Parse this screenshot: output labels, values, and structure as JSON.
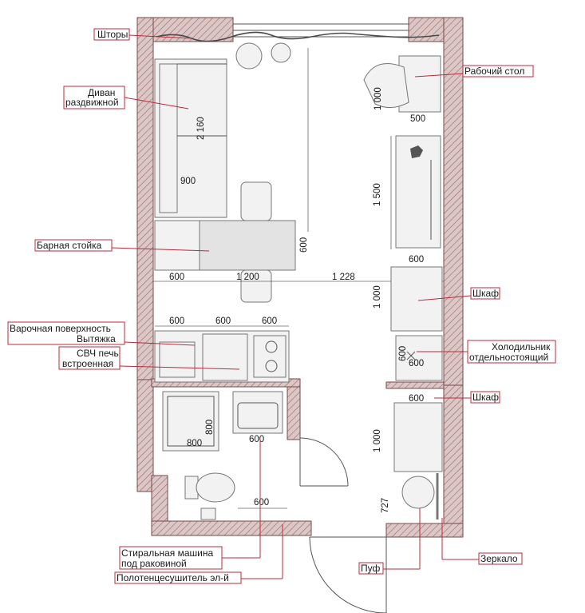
{
  "labels": {
    "curtains": "Шторы",
    "sofa_1": "Диван",
    "sofa_2": "раздвижной",
    "bar": "Барная стойка",
    "hob_1": "Варочная поверхность",
    "hob_2": "Вытяжка",
    "microwave_1": "СВЧ печь",
    "microwave_2": "встроенная",
    "washer_1": "Стиральная машина",
    "washer_2": "под раковиной",
    "towel_dryer": "Полотенцесушитель эл-й",
    "desk": "Рабочий стол",
    "wardrobe_1": "Шкаф",
    "fridge_1": "Холодильник",
    "fridge_2": "отдельностоящий",
    "wardrobe_2": "Шкаф",
    "mirror": "Зеркало",
    "pouf": "Пуф"
  },
  "dimensions": {
    "sofa_length": "2 160",
    "sofa_width": "900",
    "bar_depth": "600",
    "row_600_a": "600",
    "row_1200": "1 200",
    "row_1228": "1 228",
    "kitchen_a": "600",
    "kitchen_b": "600",
    "kitchen_c": "600",
    "shower_w": "800",
    "shower_h": "800",
    "sink_w": "600",
    "bath_bottom": "600",
    "desk_h": "1 000",
    "desk_w": "500",
    "wardrobe_h": "1 500",
    "wardrobe_w": "600",
    "closet_h": "1 000",
    "fridge_h": "600",
    "fridge_w": "600",
    "closet2_w": "600",
    "closet2_h": "1 000",
    "pouf_h": "727"
  }
}
